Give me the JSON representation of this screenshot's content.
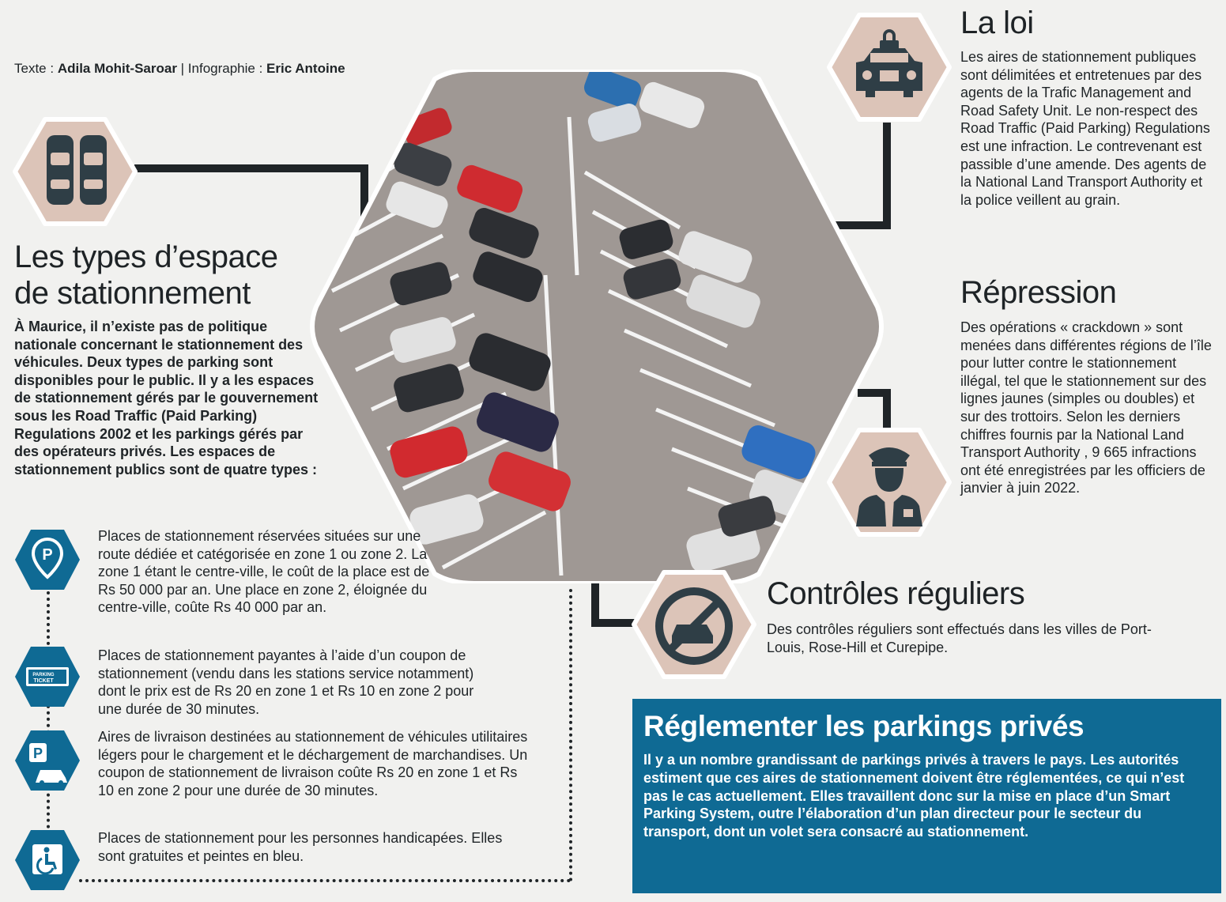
{
  "byline": {
    "text_label": "Texte : ",
    "text_author": "Adila Mohit-Saroar",
    "sep": " | Infographie : ",
    "graphic_author": "Eric Antoine"
  },
  "types": {
    "title_line1": "Les types d’espace",
    "title_line2": "de stationnement",
    "intro": "À Maurice, il n’existe pas de politique nationale concernant le stationnement des véhicules. Deux types de parking sont disponibles pour le public. Il y a les espaces de stationnement gérés par le gouvernement sous les Road Traffic (Paid Parking) Regulations 2002 et les parkings gérés par des opérateurs privés. Les espaces de stationnement publics sont de quatre types :",
    "items": [
      {
        "icon": "parking-pin-icon",
        "text": "Places de stationnement réservées situées sur une route dédiée et catégorisée en zone 1 ou zone 2. La zone 1 étant le centre-ville, le coût de la place est de Rs 50 000 par an. Une place en zone 2, éloignée du centre-ville, coûte Rs 40 000 par an."
      },
      {
        "icon": "parking-ticket-icon",
        "text": "Places de stationnement payantes à l’aide d’un coupon de stationnement (vendu dans les stations service notamment) dont le prix est de Rs 20 en zone 1 et Rs 10 en zone 2 pour une durée de 30 minutes."
      },
      {
        "icon": "delivery-parking-icon",
        "text": "Aires de livraison destinées au stationnement de véhicules utilitaires légers pour le chargement et le déchargement de marchandises. Un coupon de stationnement de livraison coûte Rs 20 en zone 1 et Rs 10 en zone 2 pour une durée de 30 minutes."
      },
      {
        "icon": "wheelchair-icon",
        "text": "Places de stationnement pour les personnes handicapées. Elles sont gratuites et peintes en bleu."
      }
    ],
    "ticket_text": "PARKING TICKET"
  },
  "loi": {
    "title": "La loi",
    "text": "Les aires de stationnement publiques sont délimitées et entretenues par des agents de la Trafic Management and Road Safety Unit. Le non-respect des Road Traffic (Paid Parking) Regulations est une infraction. Le contrevenant est passible d’une amende. Des agents de la National Land Transport Authority et la police veillent au grain."
  },
  "repression": {
    "title": "Répression",
    "text": "Des opérations « crackdown » sont menées dans différentes régions de l’île pour lutter contre le stationnement illégal, tel que le stationnement sur des lignes jaunes (simples ou doubles) et sur des trottoirs. Selon les derniers chiffres fournis par la National Land Transport Authority , 9 665 infractions ont été enregistrées par les officiers de janvier à juin 2022."
  },
  "controles": {
    "title": "Contrôles réguliers",
    "text": "Des contrôles réguliers sont effectués dans les villes de Port-Louis, Rose-Hill et Curepipe."
  },
  "prive": {
    "title": "Réglementer les parkings privés",
    "text": "Il y a un nombre grandissant de parkings privés à travers le pays. Les autorités estiment que ces aires de stationnement doivent être réglementées, ce qui n’est pas le cas actuellement. Elles travaillent donc sur la mise en place d’un Smart Parking System, outre l’élaboration d’un plan directeur pour le secteur du transport, dont un volet sera consacré au stationnement."
  },
  "colors": {
    "hex_pink": "#dcc4b8",
    "hex_border": "#ffffff",
    "icon_dark": "#2f3e46",
    "blue": "#0f6a94",
    "box_blue": "#0f6a94"
  }
}
